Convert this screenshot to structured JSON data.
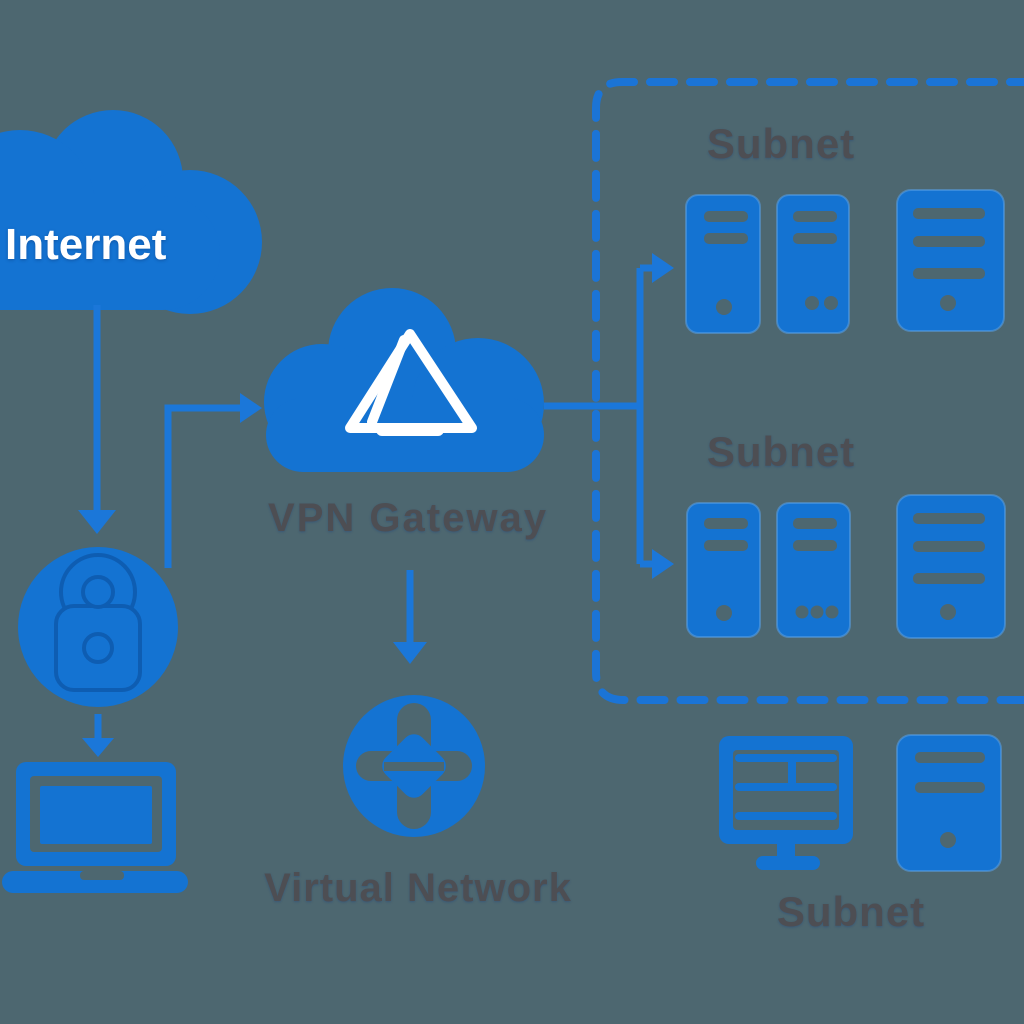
{
  "background_color": "#4d6770",
  "palette": {
    "icon_blue": "#1473d2",
    "arrow_blue": "#1b77d9",
    "dashed_border_blue": "#1b74d6",
    "label_gray": "#4d4e53",
    "internet_text_white": "#ffffff",
    "logo_cutout_white": "#ffffff",
    "lock_outline_blue": "#0e5db2"
  },
  "nodes": {
    "internet": {
      "label": "Internet",
      "icon": "cloud-icon"
    },
    "user_lock": {
      "icon": "lock-icon"
    },
    "client_laptop": {
      "icon": "laptop-icon"
    },
    "vpn_gateway": {
      "label": "VPN Gateway",
      "icon": "azure-cloud-icon"
    },
    "virtual_network": {
      "label": "Virtual Network",
      "icon": "virtual-network-icon"
    },
    "subnet_top": {
      "label": "Subnet",
      "device_icons": [
        "server-icon",
        "server-icon",
        "server-icon"
      ]
    },
    "subnet_middle": {
      "label": "Subnet",
      "device_icons": [
        "server-icon",
        "server-icon",
        "server-icon"
      ]
    },
    "subnet_bottom": {
      "label": "Subnet",
      "device_icons": [
        "monitor-icon",
        "server-icon"
      ]
    }
  },
  "connections": [
    {
      "from": "internet",
      "to": "user_lock",
      "style": "arrow-down"
    },
    {
      "from": "user_lock",
      "to": "client_laptop",
      "style": "arrow-down"
    },
    {
      "from": "user_lock",
      "to": "vpn_gateway",
      "style": "elbow-arrow-right"
    },
    {
      "from": "vpn_gateway",
      "to": "subnet_top",
      "style": "elbow-arrow-right"
    },
    {
      "from": "vpn_gateway",
      "to": "subnet_middle",
      "style": "elbow-arrow-right"
    },
    {
      "from": "vpn_gateway",
      "to": "virtual_network",
      "style": "arrow-down"
    }
  ],
  "dashed_container": {
    "contains": [
      "subnet_top",
      "subnet_middle"
    ]
  }
}
